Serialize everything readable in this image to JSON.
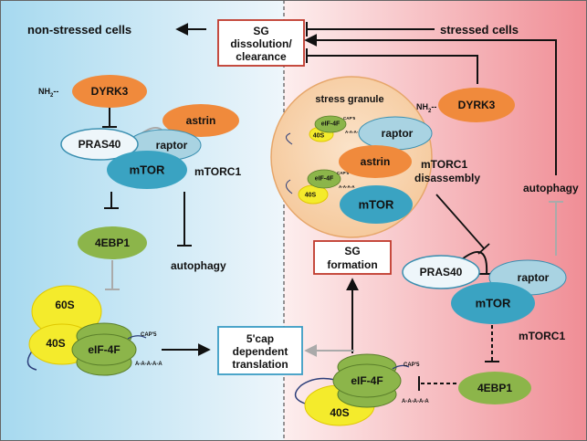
{
  "left": {
    "heading": "non-stressed cells",
    "dyrk3_prefix": "NH",
    "dyrk3_prefix_sub": "2",
    "dyrk3_prefix_tail": "--",
    "dyrk3": "DYRK3",
    "astrin": "astrin",
    "pras40": "PRAS40",
    "raptor": "raptor",
    "mtor": "mTOR",
    "mtorc1": "mTORC1",
    "ebp1": "4EBP1",
    "autophagy": "autophagy",
    "s60": "60S",
    "s40": "40S",
    "eif4f": "eIF-4F",
    "cap": "CAP'5",
    "polyA": "A-A-A-A-A"
  },
  "center": {
    "sg_dissolution_1": "SG",
    "sg_dissolution_2": "dissolution/",
    "sg_dissolution_3": "clearance",
    "translation_1": "5'cap",
    "translation_2": "dependent",
    "translation_3": "translation"
  },
  "right": {
    "heading": "stressed cells",
    "stress_granule": "stress granule",
    "dyrk3_prefix": "NH",
    "dyrk3_prefix_sub": "2",
    "dyrk3_prefix_tail": "--",
    "dyrk3": "DYRK3",
    "raptor_sg": "raptor",
    "astrin": "astrin",
    "mtorc1_disassembly_1": "mTORC1",
    "mtorc1_disassembly_2": "disassembly",
    "mtor_sg": "mTOR",
    "eif4f_a": "eIF-4F",
    "eif4f_b": "eIF-4F",
    "s40_a": "40S",
    "s40_b": "40S",
    "cap_small": "CAP'5",
    "polyA_small": "A-A-A-A",
    "sg_formation_1": "SG",
    "sg_formation_2": "formation",
    "autophagy": "autophagy",
    "pras40": "PRAS40",
    "raptor": "raptor",
    "mtor": "mTOR",
    "mtorc1": "mTORC1",
    "ebp1": "4EBP1",
    "eif4f": "eIF-4F",
    "s40": "40S",
    "cap": "CAP'5",
    "polyA": "A-A-A-A-A"
  },
  "colors": {
    "left_bg_start": "#a6d9ef",
    "left_bg_end": "#e9f4fb",
    "right_bg_start": "#fbe7e7",
    "right_bg_end": "#f08f96",
    "orange": "#f08a3c",
    "green": "#8cb54a",
    "teal": "#3aa3c2",
    "light_blue": "#a9d3e2",
    "yellow": "#f4eb2c",
    "box_red": "#c0392b",
    "box_blue": "#3a9cc4"
  }
}
